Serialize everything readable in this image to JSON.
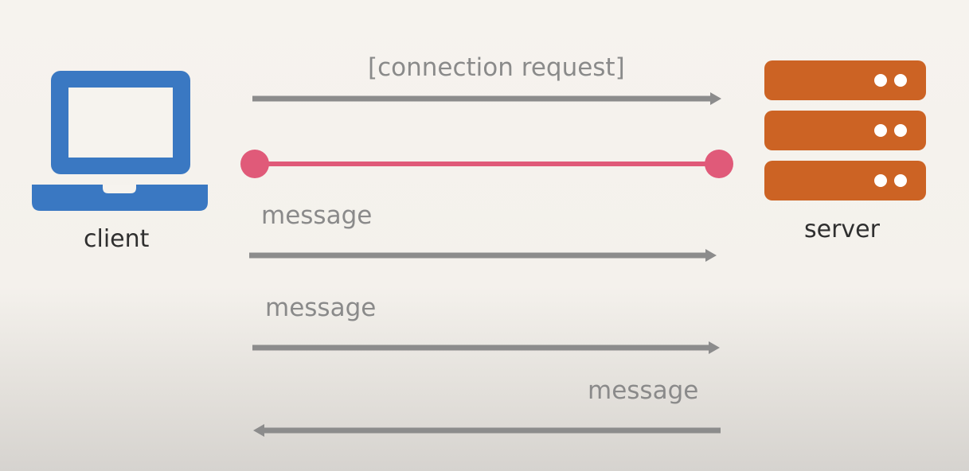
{
  "colors": {
    "client": "#3a78c2",
    "server": "#cc6324",
    "connection": "#e05a79",
    "arrow": "#8c8c8c",
    "server_dots": "#ffffff"
  },
  "nodes": {
    "client": {
      "label": "client",
      "icon": "laptop-icon"
    },
    "server": {
      "label": "server",
      "icon": "server-rack-icon"
    }
  },
  "sequence": [
    {
      "type": "request",
      "label": "[connection request]",
      "direction": "client-to-server"
    },
    {
      "type": "persistent-connection",
      "label": "",
      "direction": "bidirectional"
    },
    {
      "type": "message",
      "label": "message",
      "direction": "client-to-server"
    },
    {
      "type": "message",
      "label": "message",
      "direction": "client-to-server"
    },
    {
      "type": "message",
      "label": "message",
      "direction": "server-to-client"
    }
  ]
}
